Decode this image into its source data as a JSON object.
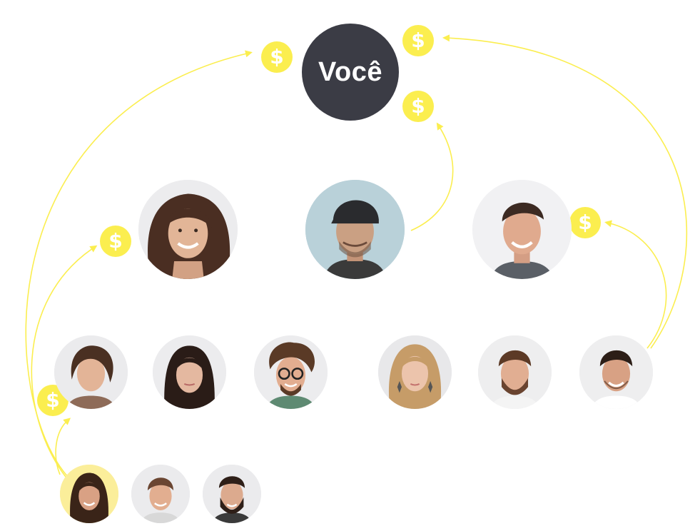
{
  "center": {
    "label": "Você"
  },
  "coin": {
    "symbol": "$",
    "color": "#fbee4f"
  },
  "colors": {
    "center_fill": "#3b3c45",
    "link_stroke": "#fbee4f",
    "highlight_ring": "#fbee4f"
  },
  "tiers": [
    {
      "level": 1,
      "people": [
        "woman-curly-hair",
        "man-cap",
        "man-smiling"
      ]
    },
    {
      "level": 2,
      "people": [
        "young-man",
        "woman-dark-hair",
        "man-glasses",
        "woman-blonde",
        "man-beard",
        "man-smiling-2"
      ]
    },
    {
      "level": 3,
      "people": [
        "woman-smiling-highlighted",
        "man-short-hair",
        "man-full-beard"
      ]
    }
  ]
}
